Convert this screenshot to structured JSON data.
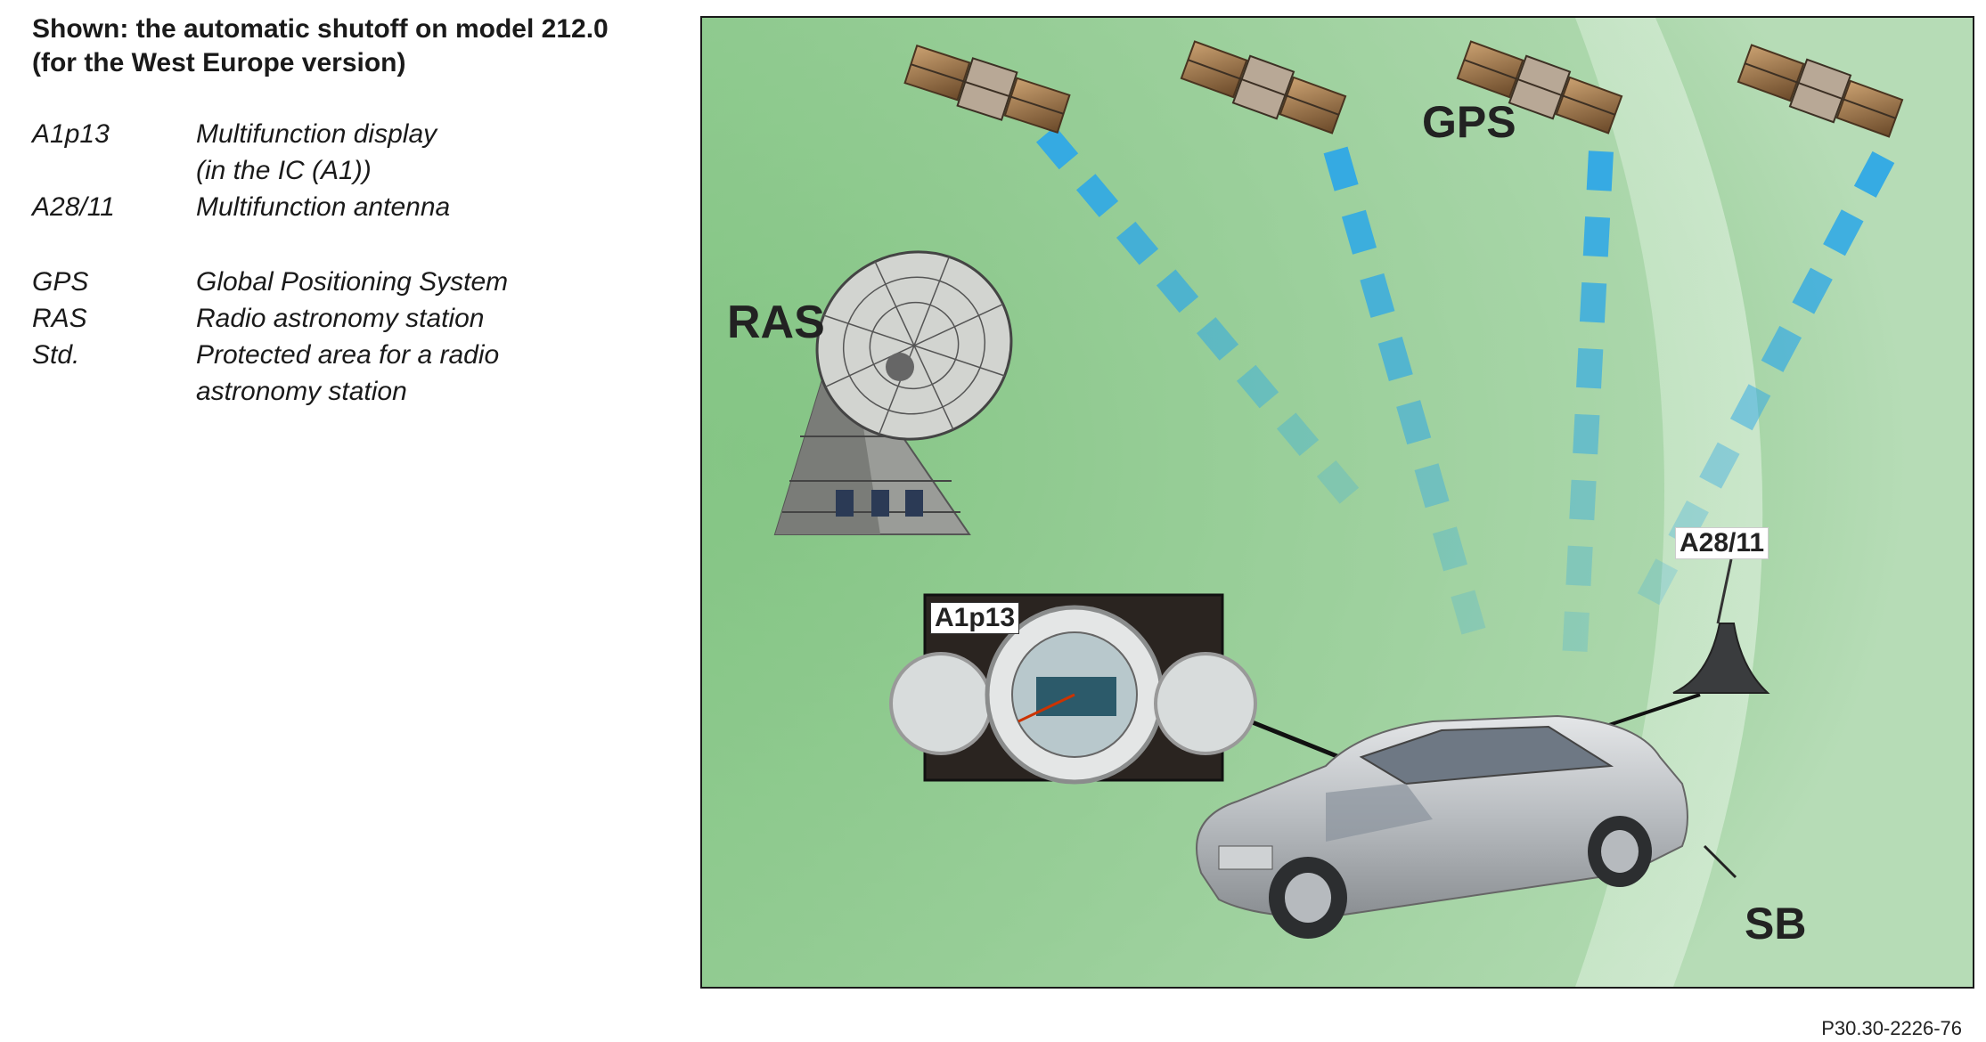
{
  "title": "Shown: the automatic shutoff on model 212.0 (for the West Europe version)",
  "legend": [
    {
      "code": "A1p13",
      "desc": [
        "Multifunction display",
        "(in the IC (A1))"
      ]
    },
    {
      "code": "A28/11",
      "desc": [
        "Multifunction antenna"
      ]
    },
    {
      "code": "GPS",
      "desc": [
        "Global Positioning System"
      ]
    },
    {
      "code": "RAS",
      "desc": [
        "Radio astronomy station"
      ]
    },
    {
      "code": "Std.",
      "desc": [
        "Protected area for a radio",
        "astronomy station"
      ]
    }
  ],
  "figure": {
    "labels": {
      "ras": "RAS",
      "gps": "GPS",
      "antenna": "A28/11",
      "display": "A1p13",
      "sb": "SB"
    },
    "icons": [
      "satellite-icon",
      "radio-dish-icon",
      "car-icon",
      "instrument-cluster-icon",
      "antenna-icon"
    ],
    "colors": {
      "background_green": "#8fc98f",
      "protected_area": "#d8eed8",
      "signal_blue": "#2fa8e6"
    }
  },
  "footer": "P30.30-2226-76"
}
